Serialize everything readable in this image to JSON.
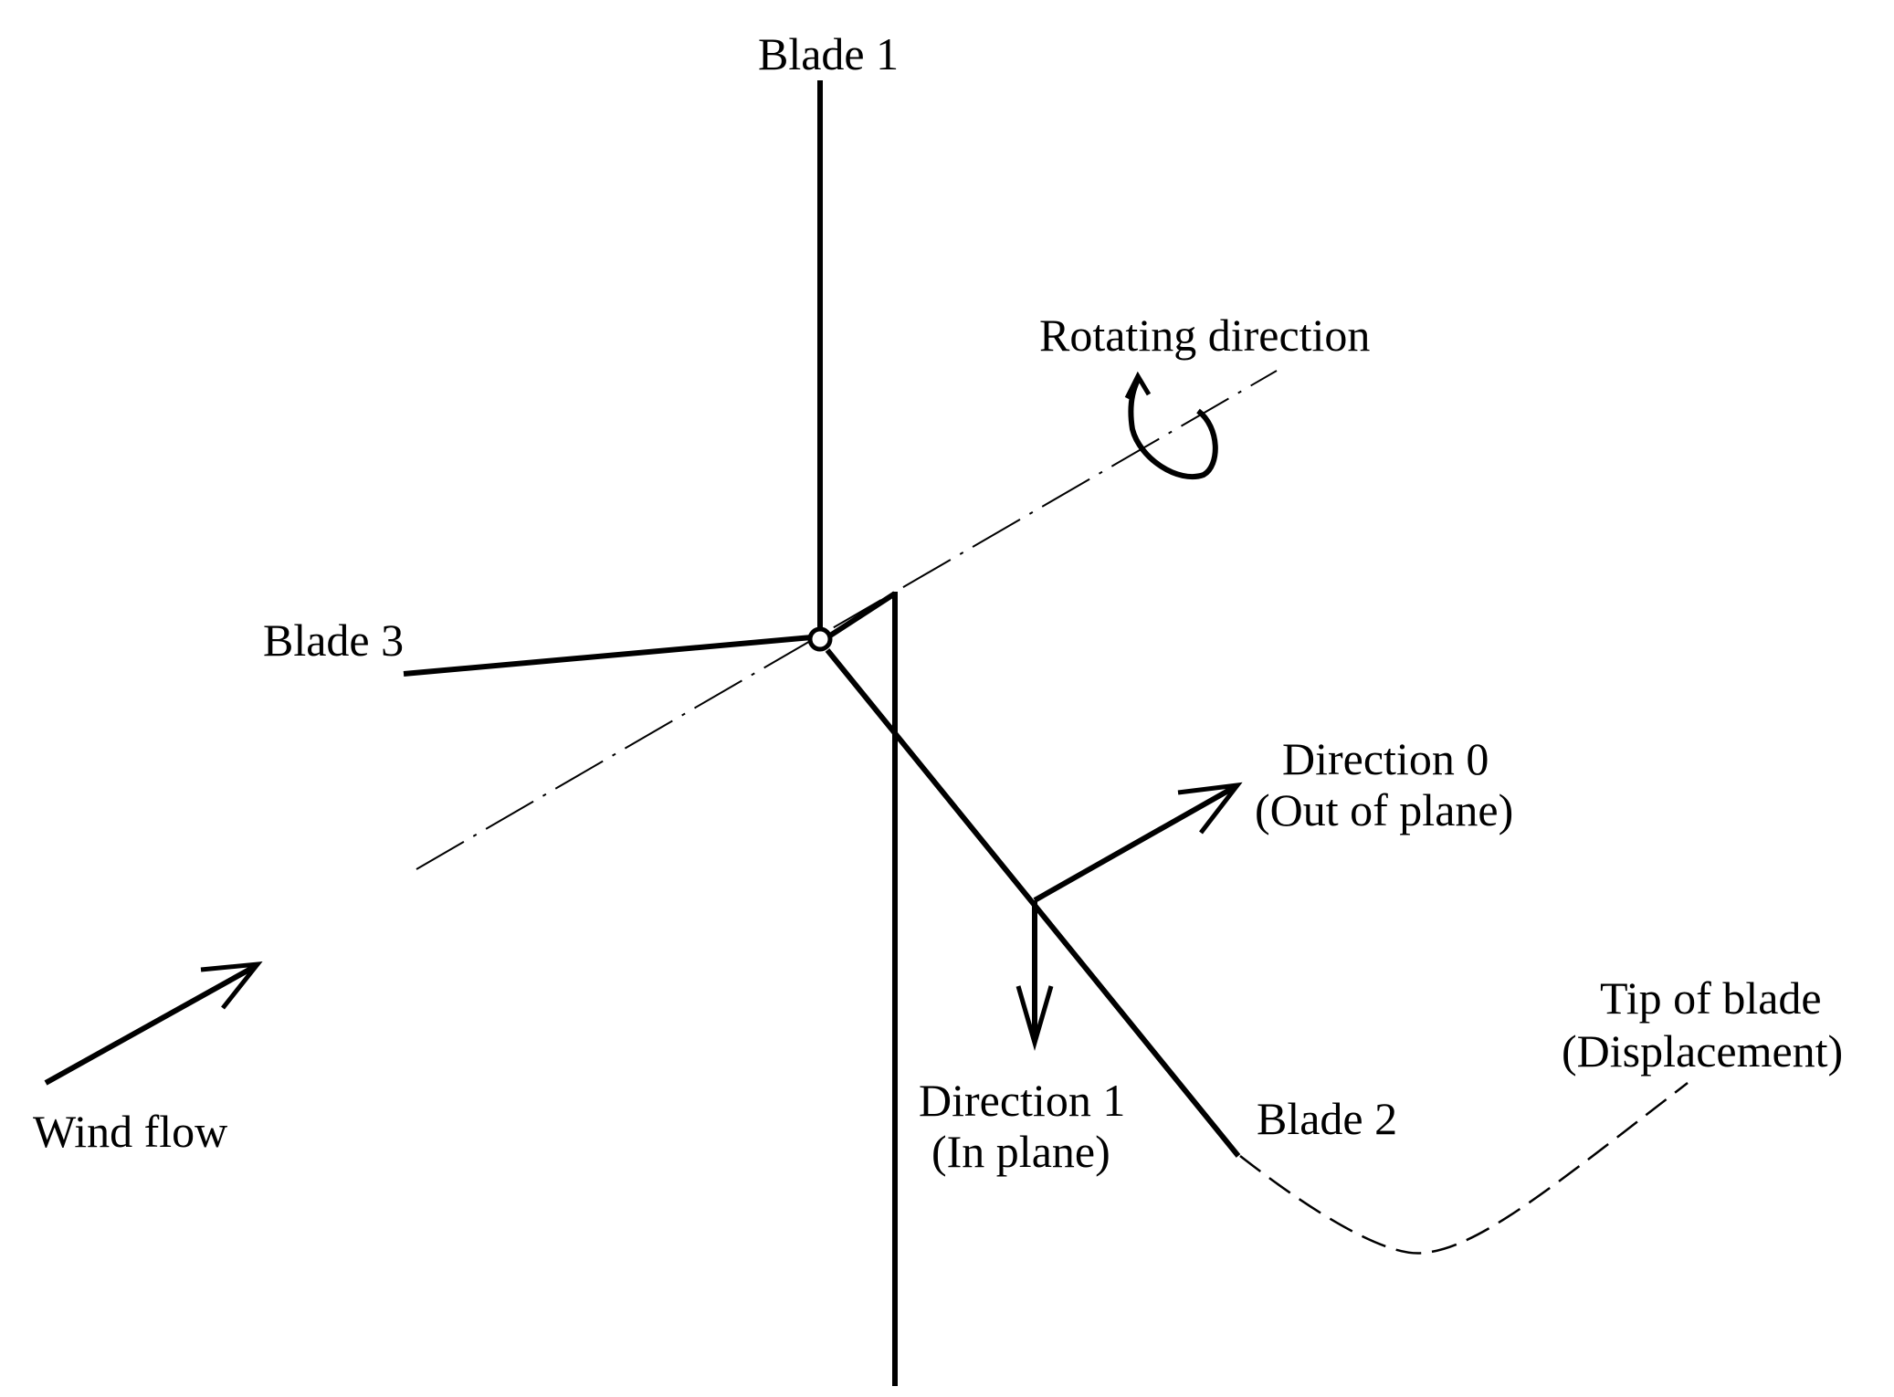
{
  "labels": {
    "blade1": "Blade 1",
    "blade2": "Blade 2",
    "blade3": "Blade 3",
    "rotating_direction": "Rotating direction",
    "direction0_line1": "Direction 0",
    "direction0_line2": "(Out of plane)",
    "direction1_line1": "Direction 1",
    "direction1_line2": "(In plane)",
    "tip_line1": "Tip of blade",
    "tip_line2": "(Displacement)",
    "wind_flow": "Wind flow"
  },
  "colors": {
    "stroke": "#000000",
    "background": "#ffffff"
  }
}
